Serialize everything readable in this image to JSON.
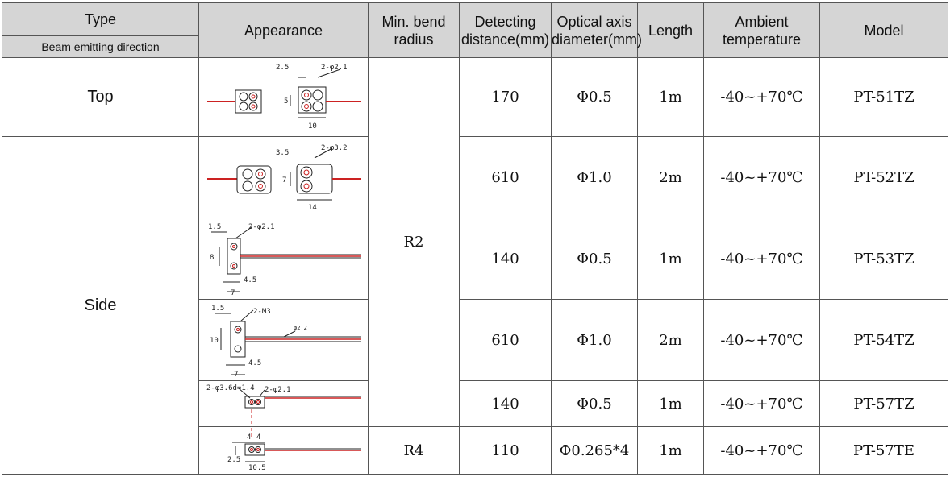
{
  "headers": {
    "type": "Type",
    "type_sub": "Beam emitting direction",
    "appearance": "Appearance",
    "min_bend": "Min. bend radius",
    "detecting": "Detecting distance(mm)",
    "optical": "Optical axis diameter(mm)",
    "length": "Length",
    "ambient": "Ambient temperature",
    "model": "Model"
  },
  "types": {
    "top": "Top",
    "side": "Side"
  },
  "bend": {
    "r2": "R2",
    "r4": "R4"
  },
  "rows": [
    {
      "distance": "170",
      "diameter": "Φ0.5",
      "length": "1m",
      "temp": "-40~+70℃",
      "model": "PT-51TZ",
      "dims": {
        "a": "2.5",
        "b": "2-φ2.1",
        "c": "5",
        "d": "10"
      }
    },
    {
      "distance": "610",
      "diameter": "Φ1.0",
      "length": "2m",
      "temp": "-40~+70℃",
      "model": "PT-52TZ",
      "dims": {
        "a": "3.5",
        "b": "2-φ3.2",
        "c": "7",
        "d": "14"
      }
    },
    {
      "distance": "140",
      "diameter": "Φ0.5",
      "length": "1m",
      "temp": "-40~+70℃",
      "model": "PT-53TZ",
      "dims": {
        "a": "1.5",
        "b": "2-φ2.1",
        "c": "8",
        "d": "4.5",
        "e": "7"
      }
    },
    {
      "distance": "610",
      "diameter": "Φ1.0",
      "length": "2m",
      "temp": "-40~+70℃",
      "model": "PT-54TZ",
      "dims": {
        "a": "1.5",
        "b": "2-M3",
        "c": "10",
        "d": "4.5",
        "e": "7",
        "f": "φ2.2"
      }
    },
    {
      "distance": "140",
      "diameter": "Φ0.5",
      "length": "1m",
      "temp": "-40~+70℃",
      "model": "PT-57TZ",
      "dims": {
        "a": "2-φ3.6d=1.4",
        "b": "2-φ2.1"
      }
    },
    {
      "distance": "110",
      "diameter": "Φ0.265*4",
      "length": "1m",
      "temp": "-40~+70℃",
      "model": "PT-57TE",
      "dims": {
        "a": "4",
        "b": "4",
        "c": "2.5",
        "d": "10.5"
      }
    }
  ],
  "colors": {
    "header_bg": "#d5d5d5",
    "border": "#555555",
    "wire": "#cc2222",
    "drawing": "#222222"
  }
}
